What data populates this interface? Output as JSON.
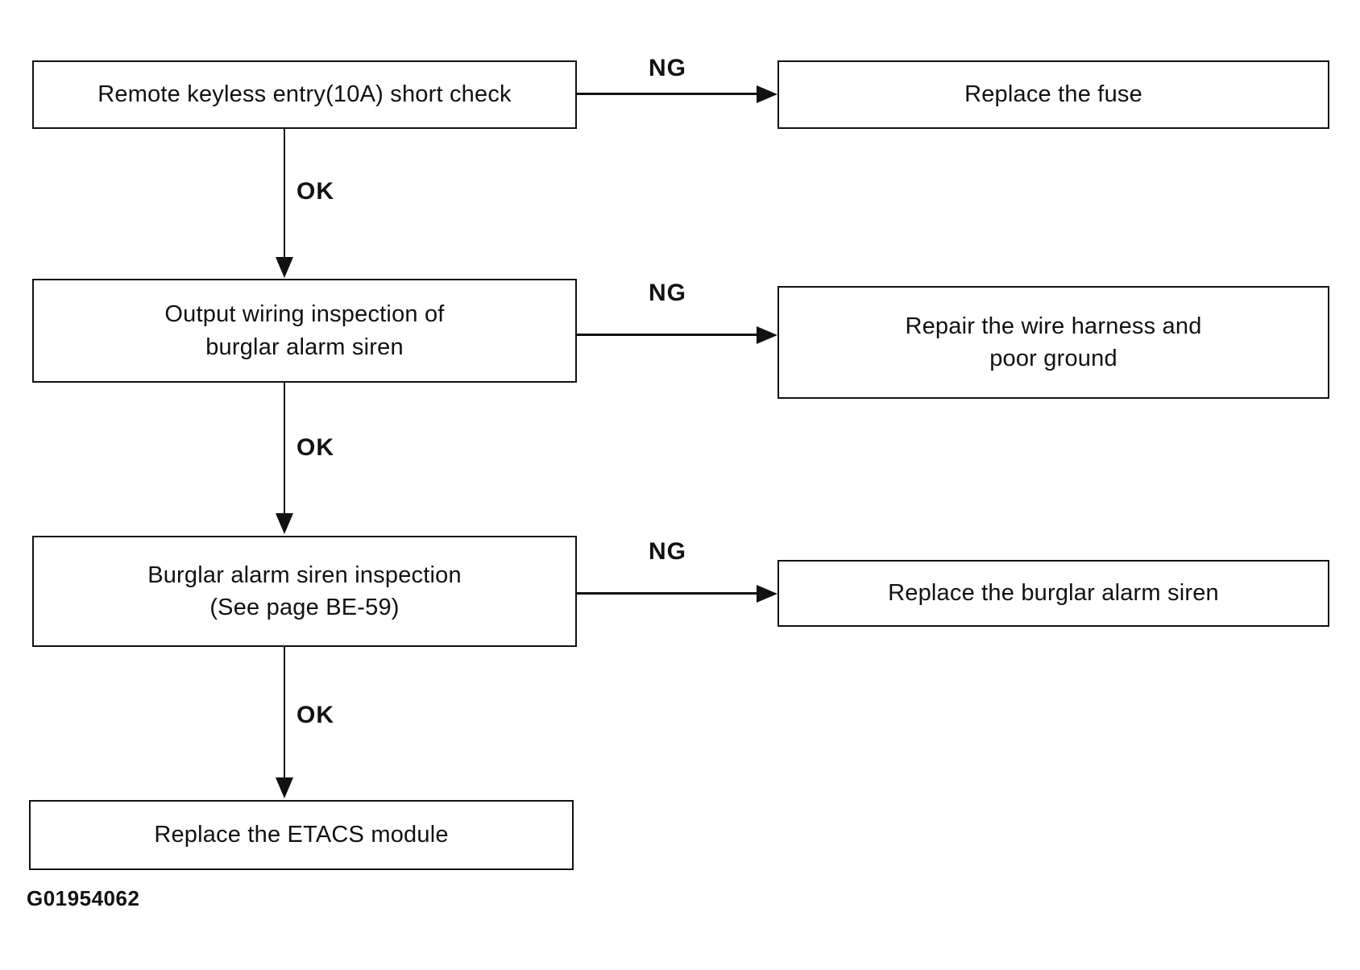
{
  "flowchart": {
    "steps": {
      "step1": {
        "line1": "Remote keyless entry(10A) short check"
      },
      "step2": {
        "line1": "Output wiring inspection of",
        "line2": "burglar alarm siren"
      },
      "step3": {
        "line1": "Burglar alarm siren inspection",
        "line2": "(See page BE-59)"
      },
      "step4": {
        "line1": "Replace the ETACS module"
      }
    },
    "remedies": {
      "remedy1": {
        "line1": "Replace the fuse"
      },
      "remedy2": {
        "line1": "Repair the wire harness and",
        "line2": "poor ground"
      },
      "remedy3": {
        "line1": "Replace the burglar alarm siren"
      }
    },
    "edge_labels": {
      "ok1": "OK",
      "ok2": "OK",
      "ok3": "OK",
      "ng1": "NG",
      "ng2": "NG",
      "ng3": "NG"
    },
    "figure_code": "G01954062"
  }
}
